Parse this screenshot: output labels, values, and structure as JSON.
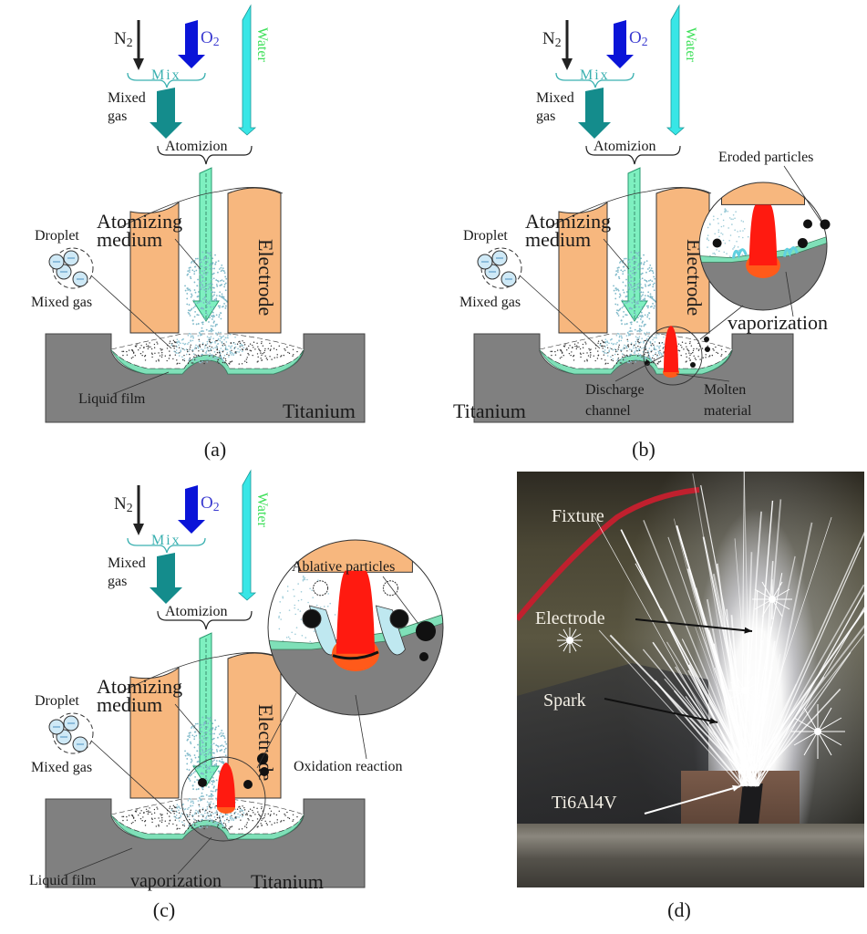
{
  "figure": {
    "panels": [
      {
        "id": "a",
        "caption": "(a)",
        "inputs": {
          "n2": "N2",
          "n2_sub_base": "N",
          "n2_sub": "2",
          "o2_base": "O",
          "o2_sub": "2",
          "water": "Water",
          "mix": "Mix",
          "mixed_gas_1": "Mixed",
          "mixed_gas_2": "gas",
          "atomizion": "Atomizion"
        },
        "labels": {
          "atomizing_medium_1": "Atomizing",
          "atomizing_medium_2": "medium",
          "droplet": "Droplet",
          "mixed_gas": "Mixed gas",
          "electrode": "Electrode",
          "liquid_film": "Liquid film",
          "titanium": "Titanium"
        }
      },
      {
        "id": "b",
        "caption": "(b)",
        "inputs": {
          "n2_sub_base": "N",
          "n2_sub": "2",
          "o2_base": "O",
          "o2_sub": "2",
          "water": "Water",
          "mix": "Mix",
          "mixed_gas_1": "Mixed",
          "mixed_gas_2": "gas",
          "atomizion": "Atomizion"
        },
        "labels": {
          "atomizing_medium_1": "Atomizing",
          "atomizing_medium_2": "medium",
          "droplet": "Droplet",
          "mixed_gas": "Mixed gas",
          "electrode": "Electrode",
          "titanium": "Titanium",
          "eroded_particles": "Eroded particles",
          "vaporization": "vaporization",
          "discharge_channel_1": "Discharge",
          "discharge_channel_2": "channel",
          "molten_material_1": "Molten",
          "molten_material_2": "material"
        }
      },
      {
        "id": "c",
        "caption": "(c)",
        "inputs": {
          "n2_sub_base": "N",
          "n2_sub": "2",
          "o2_base": "O",
          "o2_sub": "2",
          "water": "Water",
          "mix": "Mix",
          "mixed_gas_1": "Mixed",
          "mixed_gas_2": "gas",
          "atomizion": "Atomizion"
        },
        "labels": {
          "atomizing_medium_1": "Atomizing",
          "atomizing_medium_2": "medium",
          "droplet": "Droplet",
          "mixed_gas": "Mixed gas",
          "electrode": "Electrode",
          "liquid_film": "Liquid film",
          "vaporization": "vaporization",
          "titanium": "Titanium",
          "ablative_particles": "Ablative particles",
          "oxidation_reaction": "Oxidation reaction"
        }
      },
      {
        "id": "d",
        "caption": "(d)",
        "labels": {
          "fixture": "Fixture",
          "electrode": "Electrode",
          "spark": "Spark",
          "specimen": "Ti6Al4V"
        }
      }
    ],
    "colors": {
      "electrode": "#f7b77e",
      "workpiece": "#808080",
      "liquid_film": "#7fe0b8",
      "water_arrow": "#38e6e6",
      "water_text": "#3ee05a",
      "o2_arrow": "#0a14d8",
      "o2_text": "#3a3ad0",
      "mixed_arrow": "#148c8c",
      "mix_text": "#3ab0b0",
      "atomizing_arrow": "#7ef0c0",
      "discharge": "#ff1a10",
      "molten": "#ff5a1a"
    }
  }
}
